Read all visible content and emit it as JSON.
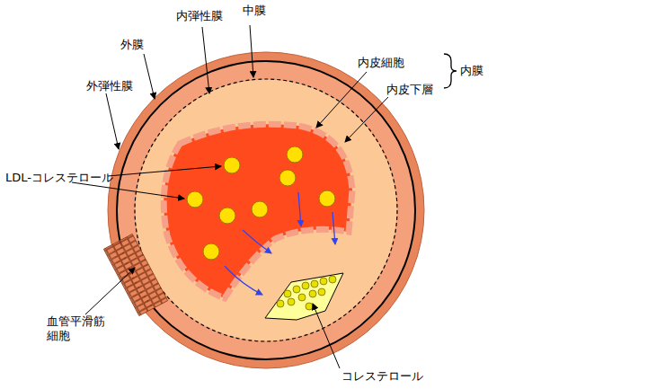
{
  "diagram": {
    "labels": [
      "内弾性膜",
      "中膜",
      "外膜",
      "内皮細胞",
      "内膜",
      "外弾性膜",
      "内皮下層",
      "LDL-コレステロール",
      "血管平滑筋 細胞",
      "コレステロール"
    ]
  }
}
